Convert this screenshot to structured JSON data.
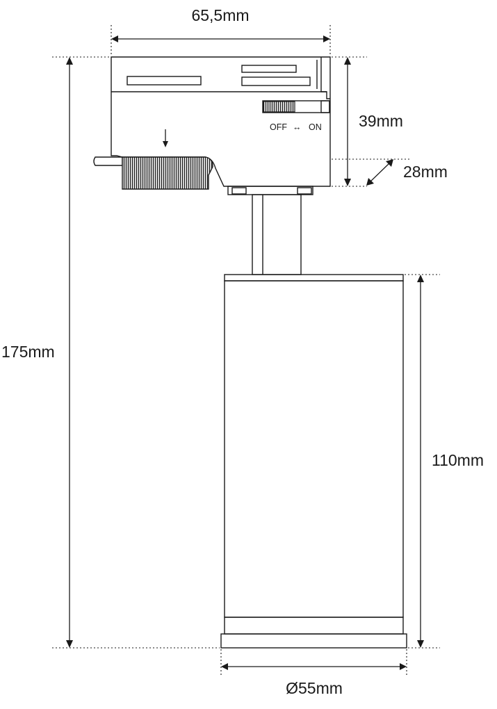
{
  "dimensions": {
    "top_width": "65,5mm",
    "adapter_height": "39mm",
    "depth": "28mm",
    "total_height": "175mm",
    "body_height": "110mm",
    "diameter": "Ø55mm"
  },
  "switch": {
    "off_label": "OFF",
    "arrow_symbol": "↔",
    "on_label": "ON"
  },
  "colors": {
    "line": "#1a1a1a",
    "knurl_fill": "#2a2a2a",
    "background": "#ffffff"
  }
}
